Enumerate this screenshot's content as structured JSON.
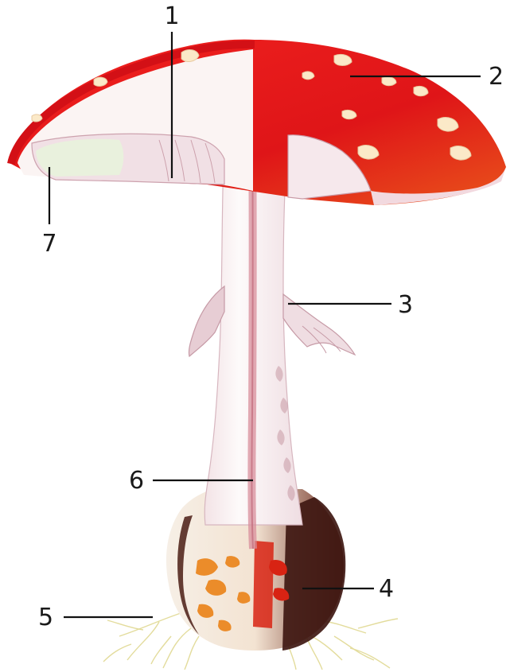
{
  "labels": [
    {
      "id": "1",
      "text": "1"
    },
    {
      "id": "2",
      "text": "2"
    },
    {
      "id": "3",
      "text": "3"
    },
    {
      "id": "4",
      "text": "4"
    },
    {
      "id": "5",
      "text": "5"
    },
    {
      "id": "6",
      "text": "6"
    },
    {
      "id": "7",
      "text": "7"
    }
  ],
  "colors": {
    "cap_red": "#e0141a",
    "cap_dark_red": "#b80d10",
    "warts": "#fbe9c8",
    "flesh": "#fbf4f3",
    "gills": "#f3e2e6",
    "stem_core": "#d99aa6",
    "volva_orange": "#e8872a",
    "volva_dark": "#3a1510",
    "roots": "#e6dfa0",
    "leader_lines": "#111111"
  }
}
